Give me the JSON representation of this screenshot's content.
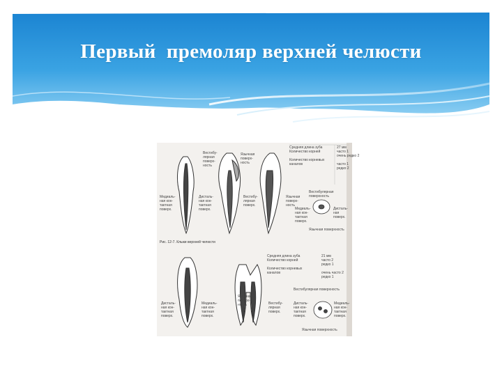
{
  "slide": {
    "title": "Первый  премоляр верхней челюсти",
    "colors": {
      "header_top": "#1f8fd8",
      "header_bottom": "#7cc6f0",
      "wave": "#bfe4f8",
      "background": "#ffffff"
    }
  },
  "figure": {
    "caption": "Рис. 12-7. Клыки верхней челюсти",
    "top_labels": {
      "vestibular_surface": "Вестибу-\nлярная\nповерх-\nность",
      "lingual_surface": "Язычная\nповерх-\nность",
      "medial_contact": "Медиаль-\nная кон-\nтактная\nповерх.",
      "distal_contact": "Дисталь-\nная кон-\nтактная\nповерх.",
      "vestibular_surface_2": "Вестибу-\nлярная\nповерх.",
      "lingual_2": "Язычная\nповерх-\nность",
      "table_1": "Средняя длина зуба\nКоличество корней\n\nКоличество корневых\nканалов",
      "table_1_values": "27 мм\nчасто 1\nочень редко 2\n\nчасто 1\nредко 2",
      "cross_vestibular": "Вестибулярная\nповерхность",
      "cross_medial": "Медиаль-\nная кон-\nтактная\nповерх.",
      "cross_distal": "Дисталь-\nная\nповерх.",
      "cross_lingual": "Язычная поверхность"
    },
    "bottom_labels": {
      "distal_contact": "Дисталь-\nная кон-\nтактная\nповерх.",
      "medial_contact": "Медиаль-\nная кон-\nтактная\nповерх.",
      "lingual": "Язычная\nповерх-\nность",
      "vestibular": "Вестибу-\nлярная\nповерх.",
      "table_2": "Средняя длина зуба\nКоличество корней\n\nКоличество корневых\nканалов",
      "table_2_values": "21 мм\nчасто 2\nредко 1\n\nочень часто 2\nредко 1",
      "cross_vestibular": "Вестибулярная поверхность",
      "cross_distal": "Дисталь-\nная кон-\nтактная\nповерх.",
      "cross_medial": "Медиаль-\nная кон-\nтактная\nповерх.",
      "cross_lingual": "Язычная поверхность"
    }
  }
}
